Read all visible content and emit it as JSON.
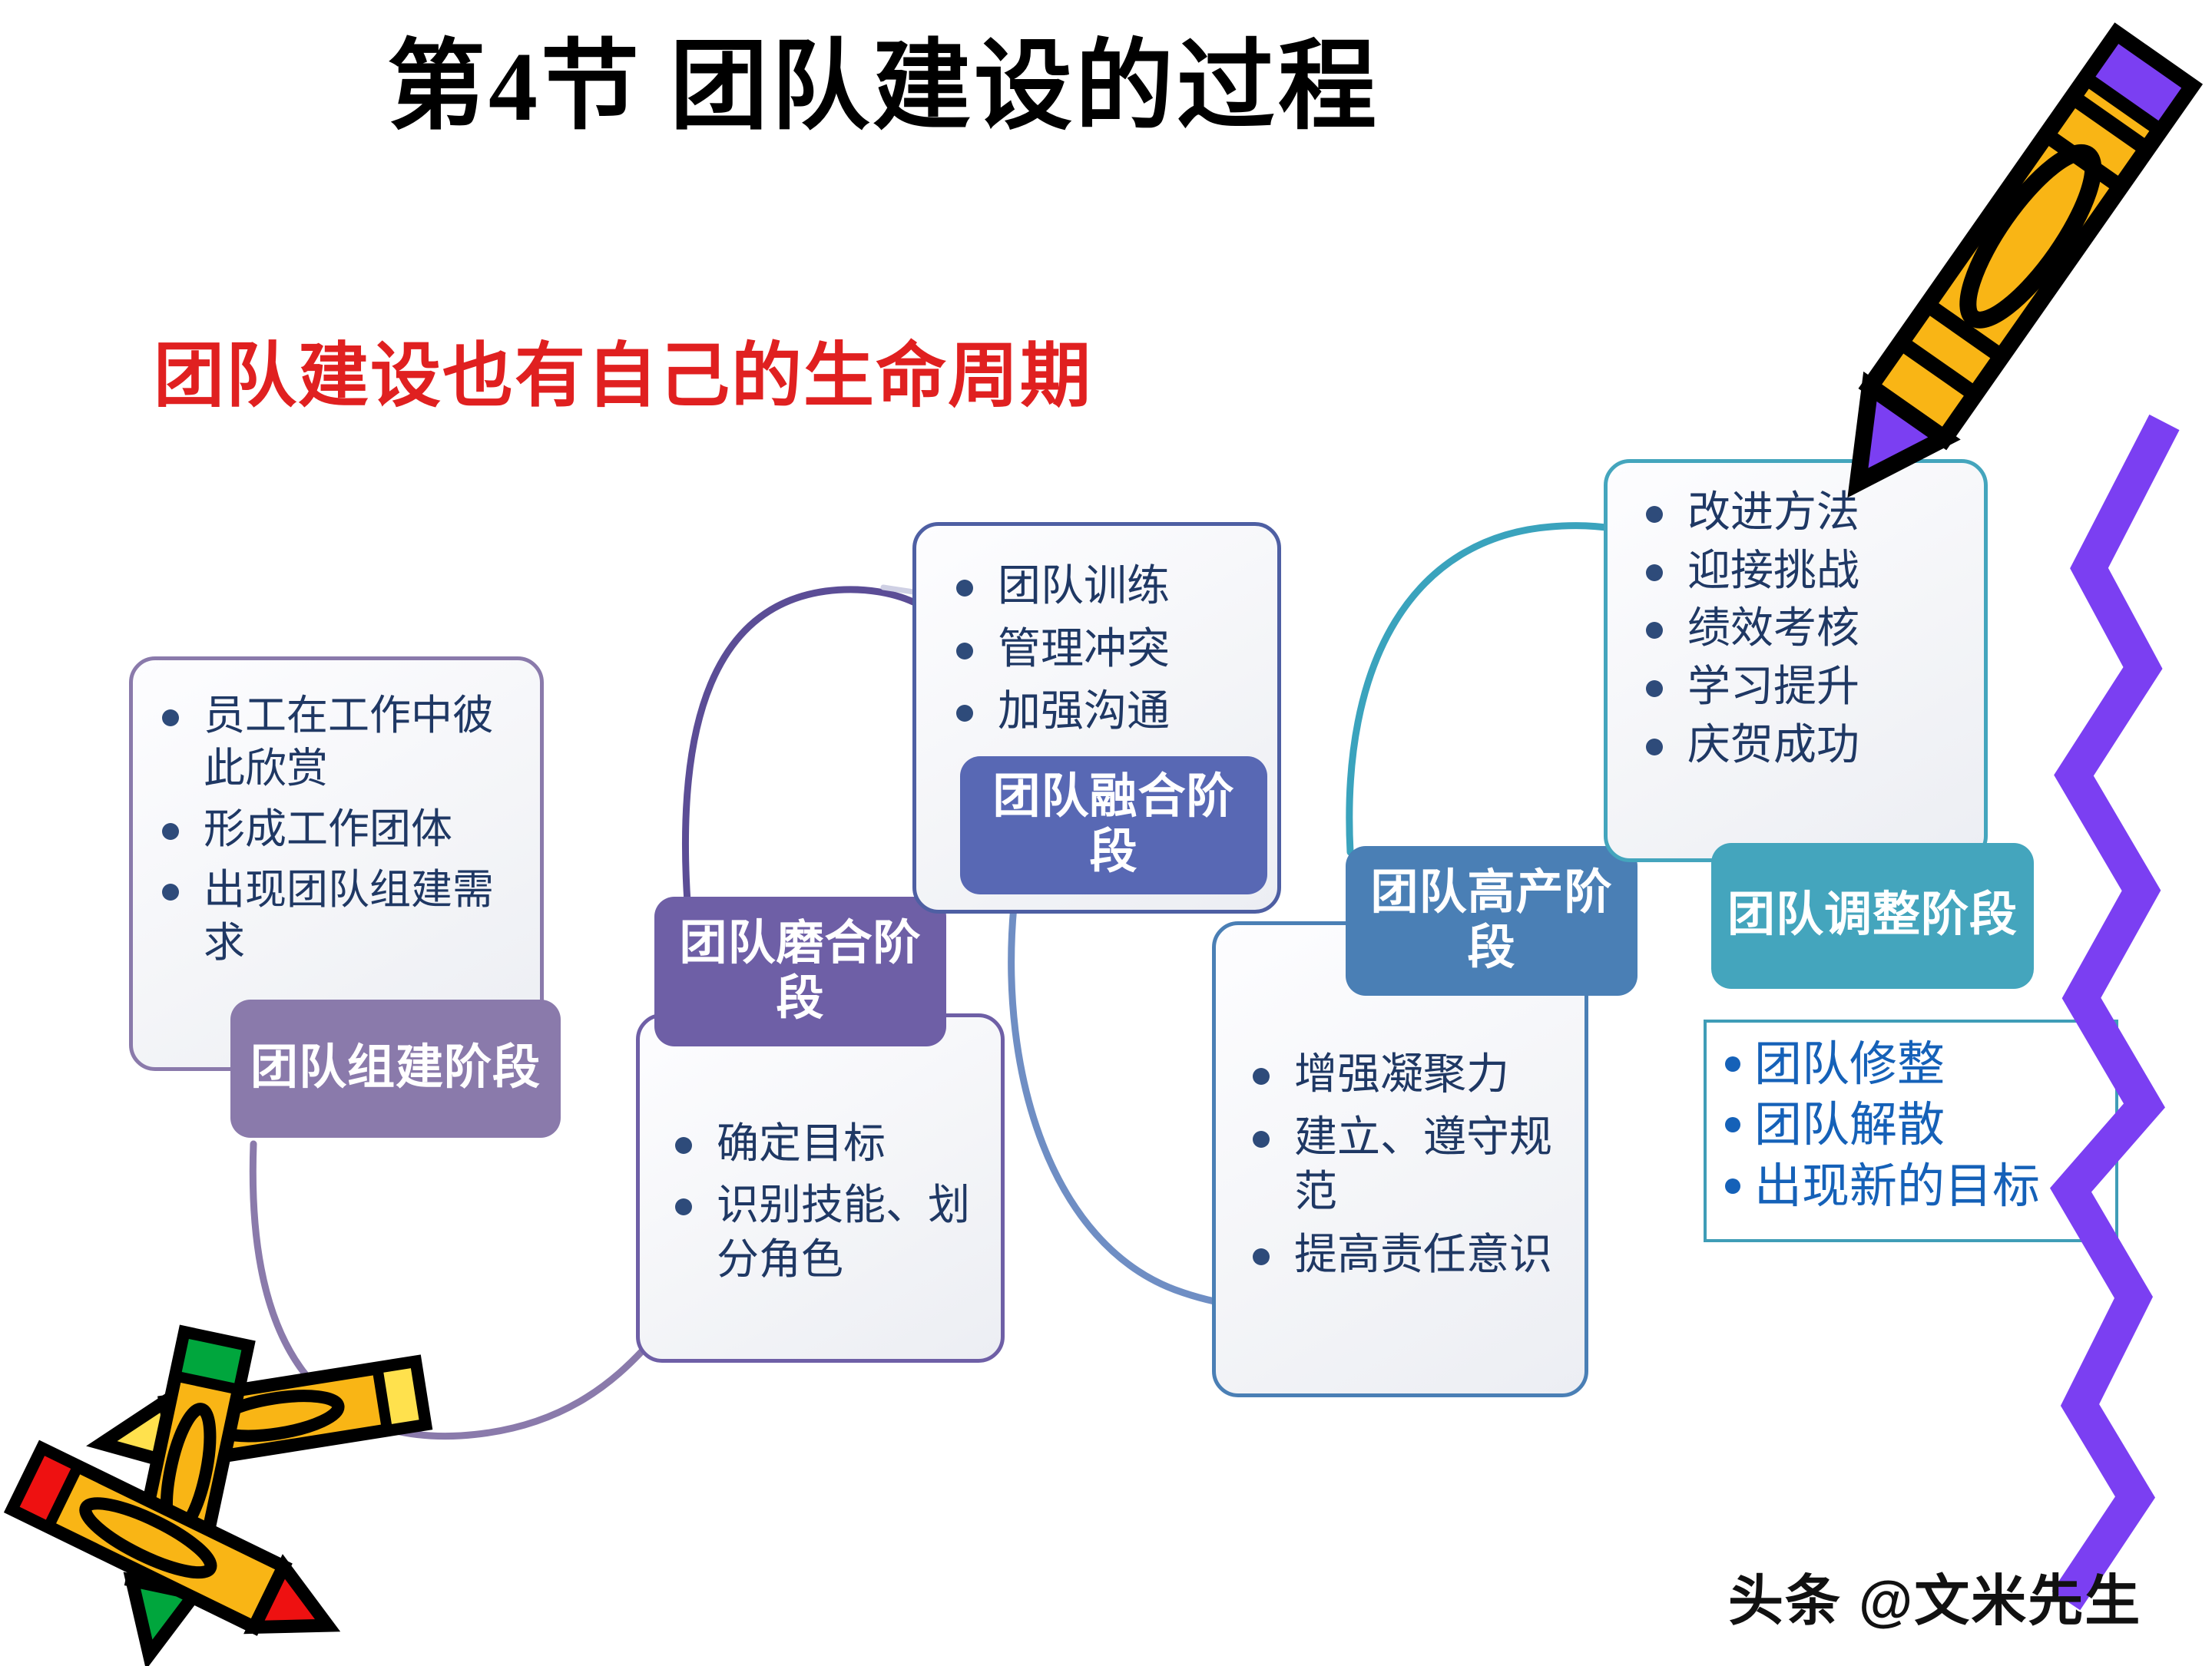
{
  "slide": {
    "title": "第4节  团队建设的过程",
    "subtitle": "团队建设也有自己的生命周期",
    "watermark": "头条 @文米先生"
  },
  "colors": {
    "title": "#000000",
    "subtitle": "#e02020",
    "bullet_text": "#1f3864",
    "stage1": "#8a7aab",
    "stage2": "#6e5fa6",
    "stage3": "#5868b4",
    "stage4": "#4a7fb5",
    "stage5": "#44a5bd",
    "outcome_text": "#1561b8",
    "outcome_border": "#3f9db7",
    "crayon_body": "#f9b515",
    "crayon_tip_purple": "#7b3ff2",
    "crayon_tip_green": "#00a63d",
    "crayon_tip_red": "#ee1111",
    "crayon_tip_yellow": "#ffe14d",
    "squiggle": "#7b3ff2"
  },
  "stages": [
    {
      "label": "团队组建阶段",
      "items": [
        "员工在工作中彼此欣赏",
        "形成工作团体",
        "出现团队组建需求"
      ]
    },
    {
      "label": "团队磨合阶段",
      "items": [
        "确定目标",
        "识别技能、划分角色"
      ]
    },
    {
      "label": "团队融合阶段",
      "items": [
        "团队训练",
        "管理冲突",
        "加强沟通"
      ]
    },
    {
      "label": "团队高产阶段",
      "items": [
        "增强凝聚力",
        "建立、遵守规范",
        "提高责任意识"
      ]
    },
    {
      "label": "团队调整阶段",
      "items": [
        "改进方法",
        "迎接挑战",
        "绩效考核",
        "学习提升",
        "庆贺成功"
      ]
    }
  ],
  "outcome": {
    "items": [
      "团队修整",
      "团队解散",
      "出现新的目标"
    ]
  },
  "decorations": [
    {
      "name": "crayon-top-right",
      "kind": "crayon",
      "tip": "purple"
    },
    {
      "name": "crayons-bottom-left",
      "kind": "crayon-group",
      "tips": [
        "green",
        "yellow",
        "red"
      ]
    },
    {
      "name": "purple-squiggle",
      "kind": "squiggle"
    }
  ]
}
